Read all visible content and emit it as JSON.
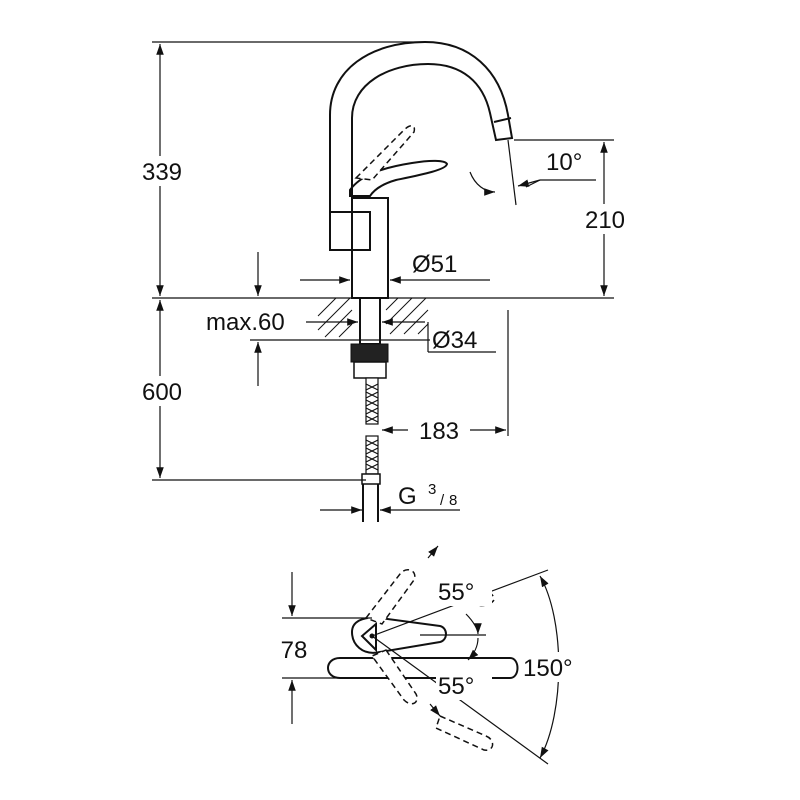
{
  "diagram": {
    "colors": {
      "line": "#111111",
      "background": "#ffffff"
    },
    "side_view": {
      "height_total": "339",
      "spout_height": "210",
      "spout_angle": "10°",
      "body_diameter": "Ø51",
      "max_thickness": "max.60",
      "hole_diameter": "Ø34",
      "hose_length": "600",
      "reach": "183",
      "connection_prefix": "G",
      "connection_num": "3",
      "connection_den": "8"
    },
    "top_view": {
      "lever_height": "78",
      "lever_angle_up": "55°",
      "lever_angle_down": "55°",
      "swivel_angle": "150°"
    }
  }
}
